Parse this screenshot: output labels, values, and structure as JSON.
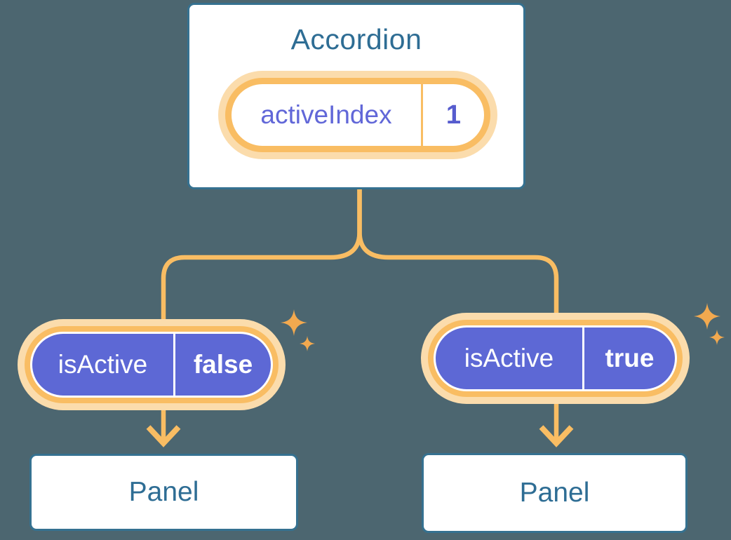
{
  "background_color": "#4C6670",
  "colors": {
    "card_border": "#357190",
    "card_text": "#2E6D94",
    "connector_orange": "#F9BD63",
    "halo_orange": "#FBDCAC",
    "pill_purple": "#5D68D5",
    "state_label_purple": "#6167D8",
    "state_value_purple": "#565CCE",
    "sparkle_orange": "#F2A94F",
    "white": "#FFFFFF"
  },
  "icons": {
    "sparkle": "sparkle-icon (four-point star ✦)",
    "arrow_down": "arrow-down-icon (↓)"
  },
  "accordion": {
    "title": "Accordion",
    "state_pill": {
      "label": "activeIndex",
      "value": "1"
    }
  },
  "branches": [
    {
      "prop_pill": {
        "label": "isActive",
        "value": "false"
      },
      "panel_title": "Panel"
    },
    {
      "prop_pill": {
        "label": "isActive",
        "value": "true"
      },
      "panel_title": "Panel"
    }
  ]
}
